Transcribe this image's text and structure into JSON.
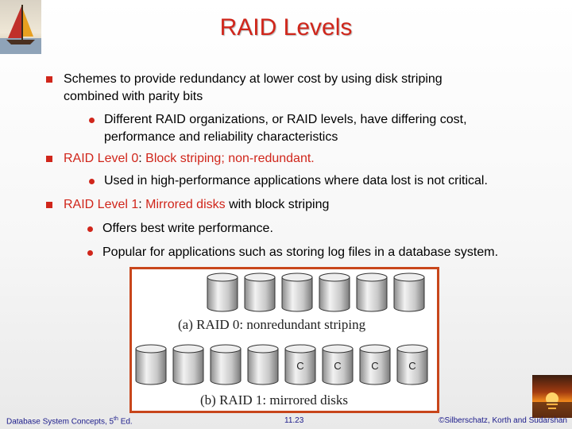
{
  "title": "RAID Levels",
  "bullets": [
    {
      "level": 1,
      "lines": [
        "Schemes to provide redundancy at lower cost by using disk striping",
        "combined with parity bits"
      ]
    },
    {
      "level": 2,
      "lines": [
        "Different RAID organizations, or RAID levels, have differing cost,",
        "performance and reliability characteristics"
      ]
    },
    {
      "level": 1,
      "term": "RAID Level 0",
      "sep": ":",
      "desc": "Block striping; non-redundant."
    },
    {
      "level": 2,
      "lines": [
        "Used in high-performance applications where data lost is not critical."
      ]
    },
    {
      "level": 1,
      "term": "RAID Level 1",
      "sep": ":",
      "desc_red": "Mirrored disks",
      "desc_rest": " with block striping"
    },
    {
      "level": 2,
      "lines": [
        "Offers best write performance."
      ]
    },
    {
      "level": 2,
      "lines": [
        "Popular for applications such as storing log files in a database system."
      ]
    }
  ],
  "figure": {
    "caption_a": "(a) RAID 0: nonredundant striping",
    "caption_b": "(b) RAID 1: mirrored disks",
    "mirror_label": "C",
    "disks_row_a": 6,
    "disks_row_b": 8,
    "mirror_disks_b": 4
  },
  "footer": {
    "left": "Database System Concepts, 5",
    "left_sup": "th",
    "left_tail": " Ed.",
    "center": "11.23",
    "right": "©Silberschatz, Korth and Sudarshan"
  },
  "colors": {
    "accent": "#d0261b",
    "frame": "#c8461b",
    "footer": "#1a1a8a"
  }
}
